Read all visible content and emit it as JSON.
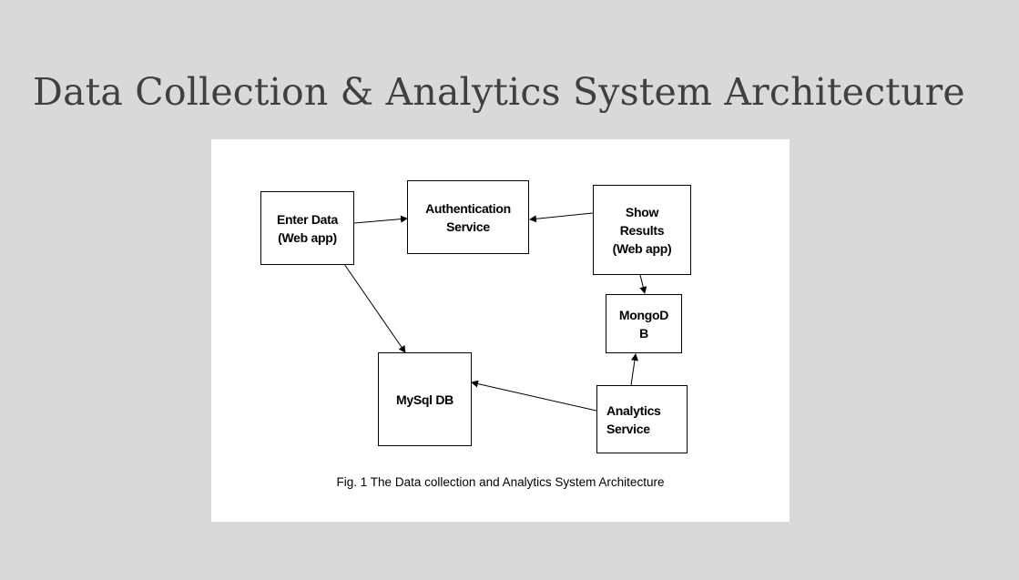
{
  "slide": {
    "title": "Data Collection & Analytics System Architecture"
  },
  "figure": {
    "caption": "Fig. 1 The Data collection and Analytics System Architecture",
    "nodes": {
      "enter_data": "Enter Data\n(Web app)",
      "auth_service": "Authentication\nService",
      "show_results": "Show\nResults\n(Web app)",
      "mongodb": "MongoD\nB",
      "mysql": "MySql DB",
      "analytics": "Analytics\nService"
    },
    "edges": [
      {
        "from": "Enter Data (Web app)",
        "to": "Authentication Service"
      },
      {
        "from": "Show Results (Web app)",
        "to": "Authentication Service"
      },
      {
        "from": "Enter Data (Web app)",
        "to": "MySql DB"
      },
      {
        "from": "Show Results (Web app)",
        "to": "MongoDB"
      },
      {
        "from": "Analytics Service",
        "to": "MongoDB"
      },
      {
        "from": "Analytics Service",
        "to": "MySql DB"
      }
    ]
  }
}
